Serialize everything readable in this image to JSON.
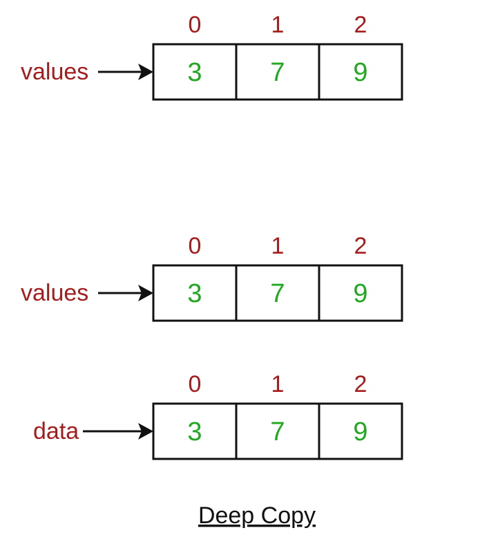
{
  "diagram": {
    "arrays": [
      {
        "variable": "values",
        "indices": [
          "0",
          "1",
          "2"
        ],
        "values": [
          "3",
          "7",
          "9"
        ]
      },
      {
        "variable": "values",
        "indices": [
          "0",
          "1",
          "2"
        ],
        "values": [
          "3",
          "7",
          "9"
        ]
      },
      {
        "variable": "data",
        "indices": [
          "0",
          "1",
          "2"
        ],
        "values": [
          "3",
          "7",
          "9"
        ]
      }
    ],
    "caption": "Deep Copy",
    "colors": {
      "index": "#a61c1c",
      "value": "#20a820",
      "variable": "#a61c1c",
      "border": "#111111"
    }
  }
}
